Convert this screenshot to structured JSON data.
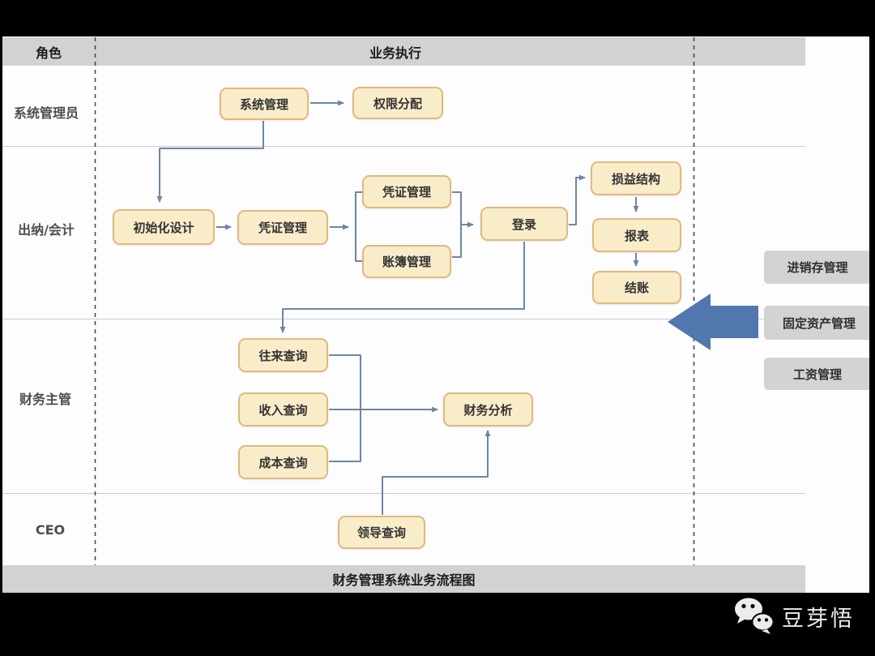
{
  "header": {
    "role_column": "角色",
    "execution_column": "业务执行"
  },
  "lanes": [
    {
      "label": "系统管理员"
    },
    {
      "label": "出纳/会计"
    },
    {
      "label": "财务主管"
    },
    {
      "label": "CEO"
    }
  ],
  "nodes": [
    {
      "id": "system-mgmt",
      "label": "系统管理"
    },
    {
      "id": "permission-assign",
      "label": "权限分配"
    },
    {
      "id": "init-design",
      "label": "初始化设计"
    },
    {
      "id": "voucher-mgmt",
      "label": "凭证管理"
    },
    {
      "id": "voucher-mgmt-sub",
      "label": "凭证管理"
    },
    {
      "id": "ledger-mgmt",
      "label": "账簿管理"
    },
    {
      "id": "login",
      "label": "登录"
    },
    {
      "id": "profit-loss-structure",
      "label": "损益结构"
    },
    {
      "id": "report",
      "label": "报表"
    },
    {
      "id": "closing",
      "label": "结账"
    },
    {
      "id": "current-inquiry",
      "label": "往来查询"
    },
    {
      "id": "income-inquiry",
      "label": "收入查询"
    },
    {
      "id": "cost-inquiry",
      "label": "成本查询"
    },
    {
      "id": "financial-analysis",
      "label": "财务分析"
    },
    {
      "id": "leader-inquiry",
      "label": "领导查询"
    }
  ],
  "edges": [
    {
      "from": "system-mgmt",
      "to": "permission-assign"
    },
    {
      "from": "system-mgmt",
      "to": "init-design"
    },
    {
      "from": "init-design",
      "to": "voucher-mgmt"
    },
    {
      "from": "voucher-mgmt",
      "to": "voucher-mgmt-sub"
    },
    {
      "from": "voucher-mgmt",
      "to": "ledger-mgmt"
    },
    {
      "from": "voucher-mgmt-sub",
      "to": "login"
    },
    {
      "from": "ledger-mgmt",
      "to": "login"
    },
    {
      "from": "login",
      "to": "profit-loss-structure"
    },
    {
      "from": "profit-loss-structure",
      "to": "report"
    },
    {
      "from": "report",
      "to": "closing"
    },
    {
      "from": "login",
      "to": "current-inquiry"
    },
    {
      "from": "current-inquiry",
      "to": "financial-analysis"
    },
    {
      "from": "income-inquiry",
      "to": "financial-analysis"
    },
    {
      "from": "cost-inquiry",
      "to": "financial-analysis"
    },
    {
      "from": "leader-inquiry",
      "to": "financial-analysis"
    }
  ],
  "side_modules": [
    {
      "label": "进销存管理"
    },
    {
      "label": "固定资产管理"
    },
    {
      "label": "工资管理"
    }
  ],
  "footer": {
    "caption": "财务管理系统业务流程图"
  },
  "watermark": {
    "name": "豆芽悟"
  },
  "colors": {
    "node_fill": "#f9ecc9",
    "node_border": "#e0b97e",
    "node_text": "#333333",
    "side_module_fill": "#d3d3d3",
    "bar_fill": "#d2d2d2",
    "connector": "#6e86a2",
    "big_arrow": "#5276ae",
    "lane_divider": "#cdcdcd",
    "dashed_line": "#4a4a4a",
    "background": "#000000"
  }
}
